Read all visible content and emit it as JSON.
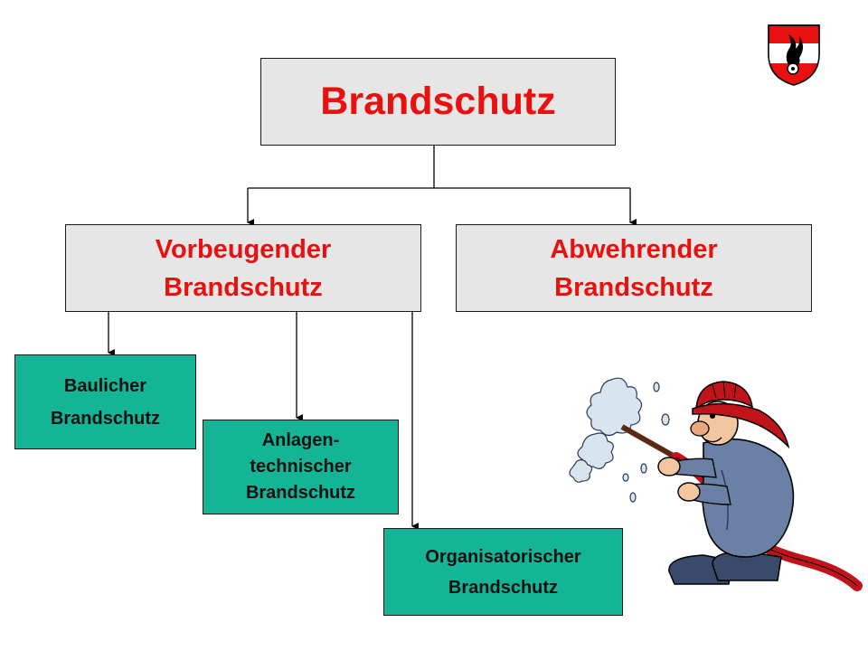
{
  "root": {
    "label": "Brandschutz"
  },
  "branches": {
    "vorbeugend": {
      "line1": "Vorbeugender",
      "line2": "Brandschutz"
    },
    "abwehrend": {
      "line1": "Abwehrender",
      "line2": "Brandschutz"
    }
  },
  "sub": {
    "baulich": {
      "line1": "Baulicher",
      "line2": "Brandschutz"
    },
    "anlagentechnisch": {
      "line1": "Anlagen-",
      "line2": "technischer",
      "line3": "Brandschutz"
    },
    "organisatorisch": {
      "line1": "Organisatorischer",
      "line2": "Brandschutz"
    }
  },
  "colors": {
    "title_red": "#e8110f",
    "grey_box": "#e6e6e6",
    "green_box": "#13b596"
  },
  "icons": [
    "fire-brigade-emblem-icon",
    "firefighter-with-hose-clipart"
  ]
}
